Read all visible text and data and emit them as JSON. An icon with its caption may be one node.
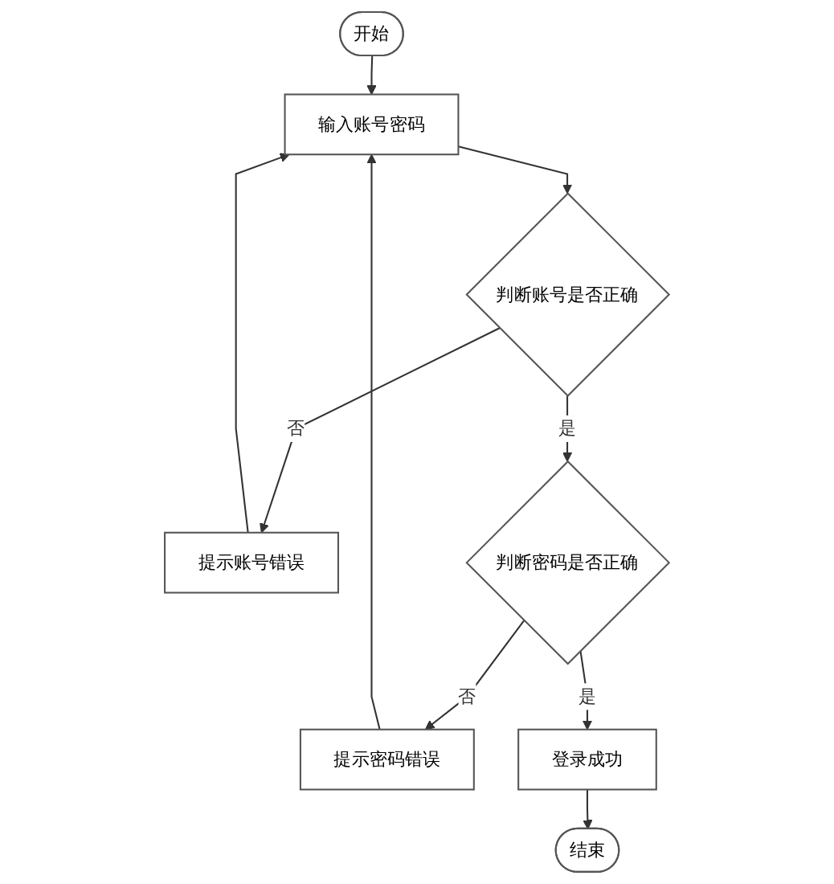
{
  "diagram": {
    "nodes": [
      {
        "text": [
          "开始"
        ]
      },
      {
        "text": [
          "输入账号密码"
        ]
      },
      {
        "text": [
          "判断账号是否正确"
        ]
      },
      {
        "text": [
          "提示账号错误"
        ]
      },
      {
        "text": [
          "判断密码是否正确"
        ]
      },
      {
        "text": [
          "提示密码错误"
        ]
      },
      {
        "text": [
          "登录成功"
        ]
      },
      {
        "text": [
          "结束"
        ]
      }
    ],
    "edges": [
      {
        "from": 0,
        "to": 1,
        "arrow": "to"
      },
      {
        "from": 1,
        "to": 2,
        "arrow": "to"
      },
      {
        "from": 2,
        "to": 3,
        "arrow": "to",
        "label": "否"
      },
      {
        "from": 3,
        "to": 1,
        "arrow": "to"
      },
      {
        "from": 2,
        "to": 4,
        "arrow": "to",
        "label": "是"
      },
      {
        "from": 4,
        "to": 5,
        "arrow": "to",
        "label": "否"
      },
      {
        "from": 5,
        "to": 1,
        "arrow": "to"
      },
      {
        "from": 4,
        "to": 6,
        "arrow": "to",
        "label": "是"
      },
      {
        "from": 6,
        "to": 7,
        "arrow": "to"
      }
    ]
  }
}
